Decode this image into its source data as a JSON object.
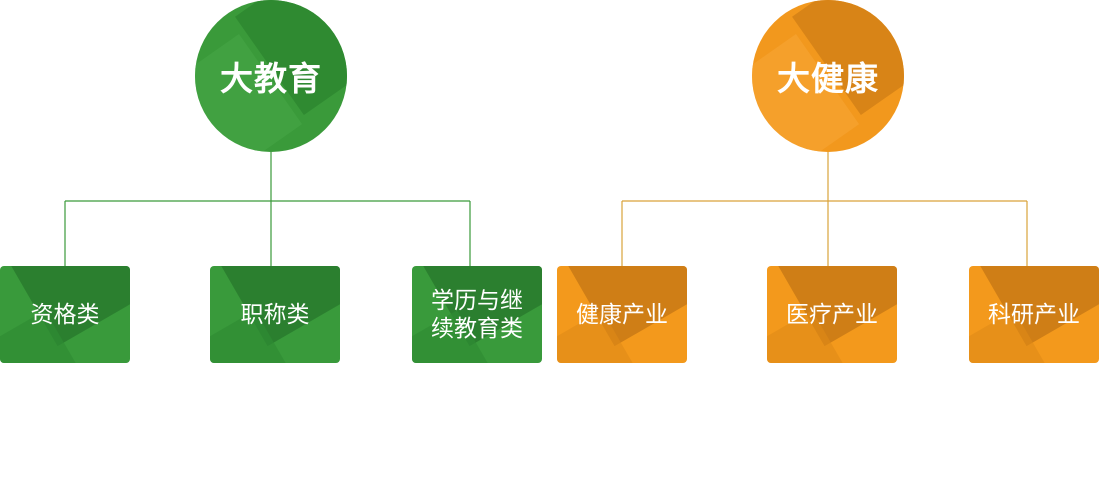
{
  "colors": {
    "green": "#3a9a3a",
    "orange": "#f2981d",
    "green_line": "#3a9a3a",
    "orange_line": "#d9a23a"
  },
  "groups": [
    {
      "title": "大教育",
      "color": "green",
      "children": [
        "资格类",
        "职称类",
        "学历与继\n续教育类"
      ]
    },
    {
      "title": "大健康",
      "color": "orange",
      "children": [
        "健康产业",
        "医疗产业",
        "科研产业"
      ]
    }
  ]
}
